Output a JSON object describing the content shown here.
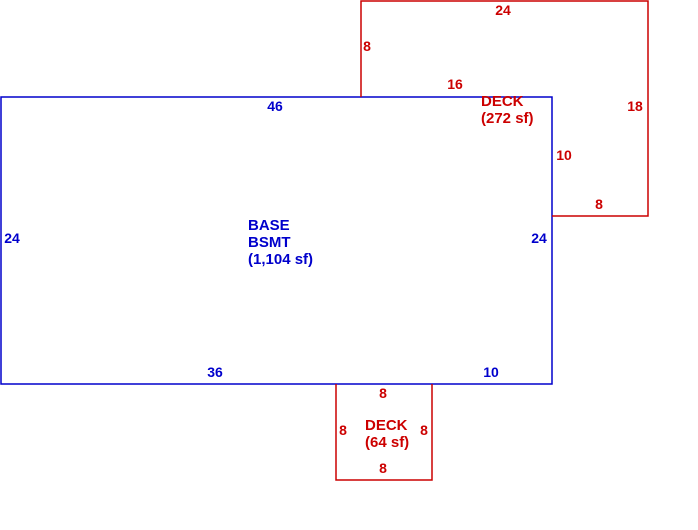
{
  "colors": {
    "base": "#0000cc",
    "deck": "#cc0000",
    "background": "#ffffff"
  },
  "base": {
    "label_line1": "BASE",
    "label_line2": "BSMT",
    "label_line3": "(1,104 sf)",
    "dim_top": "46",
    "dim_left": "24",
    "dim_right": "24",
    "dim_bottom_left": "36",
    "dim_bottom_right": "10"
  },
  "deck_upper": {
    "label_line1": "DECK",
    "label_line2": "(272 sf)",
    "dim_top": "24",
    "dim_left": "8",
    "dim_inner_top": "16",
    "dim_right": "18",
    "dim_inner_right": "10",
    "dim_bottom": "8"
  },
  "deck_lower": {
    "label_line1": "DECK",
    "label_line2": "(64 sf)",
    "dim_top": "8",
    "dim_left": "8",
    "dim_right": "8",
    "dim_bottom": "8"
  }
}
